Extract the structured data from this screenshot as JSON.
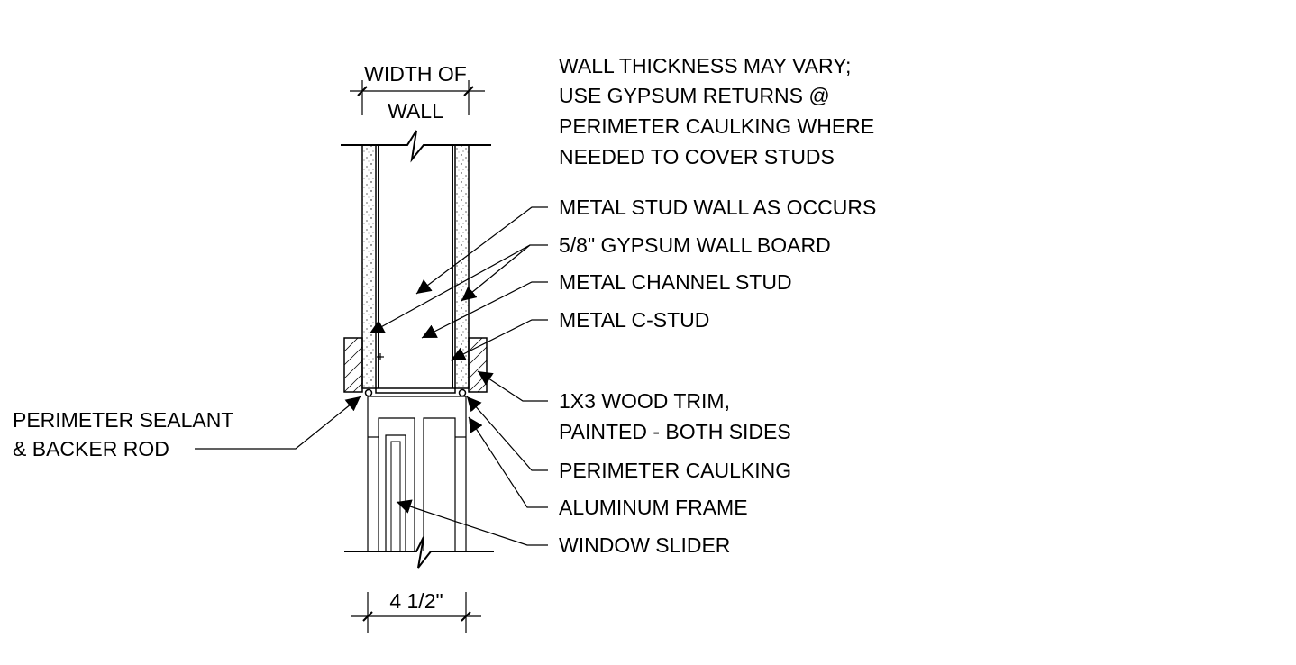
{
  "dimensions": {
    "top": [
      "WIDTH OF",
      "WALL"
    ],
    "bottom": "4 1/2\""
  },
  "notes": {
    "wall_thickness": [
      "WALL THICKNESS MAY VARY;",
      "USE GYPSUM RETURNS @",
      "PERIMETER CAULKING WHERE",
      "NEEDED TO COVER STUDS"
    ],
    "metal_stud_wall": "METAL STUD WALL AS OCCURS",
    "gypsum_board": "5/8\" GYPSUM WALL BOARD",
    "channel_stud": "METAL CHANNEL STUD",
    "c_stud": "METAL C-STUD",
    "wood_trim": [
      "1X3 WOOD TRIM,",
      "PAINTED - BOTH SIDES"
    ],
    "perimeter_caulking": "PERIMETER CAULKING",
    "aluminum_frame": "ALUMINUM FRAME",
    "window_slider": "WINDOW SLIDER",
    "perimeter_sealant": [
      "PERIMETER SEALANT",
      "& BACKER ROD"
    ]
  }
}
